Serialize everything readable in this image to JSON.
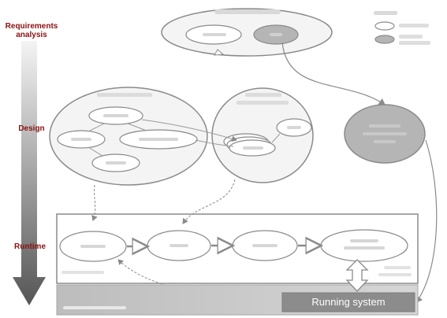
{
  "labels": {
    "requirements": "Requirements\nanalysis",
    "design": "Design",
    "runtime": "Runtime",
    "running_system": "Running system"
  },
  "colors": {
    "outline": "#8a8a8a",
    "ellipse_fill": "#f4f4f4",
    "ellipse_fill_gray": "#b5b5b5",
    "stage_label": "#8b1010",
    "running_system_fill": "#8c8c8c",
    "arrow_top": "#f2f2f2",
    "arrow_bottom": "#555555"
  }
}
